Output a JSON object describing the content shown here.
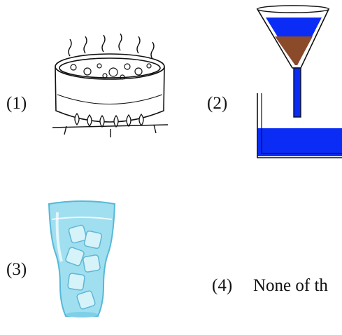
{
  "options": [
    {
      "number": "(1)",
      "picture": "boiling-pot-on-stove"
    },
    {
      "number": "(2)",
      "picture": "funnel-filtration"
    },
    {
      "number": "(3)",
      "picture": "glass-of-ice-water"
    },
    {
      "number": "(4)",
      "text": "None of th"
    }
  ],
  "colors": {
    "ink": "#111111",
    "filter_liquid": "#0b2cf5",
    "sediment": "#8b4a2a",
    "glass_tint": "#9fdff0",
    "ice": "#d6f3fa"
  }
}
